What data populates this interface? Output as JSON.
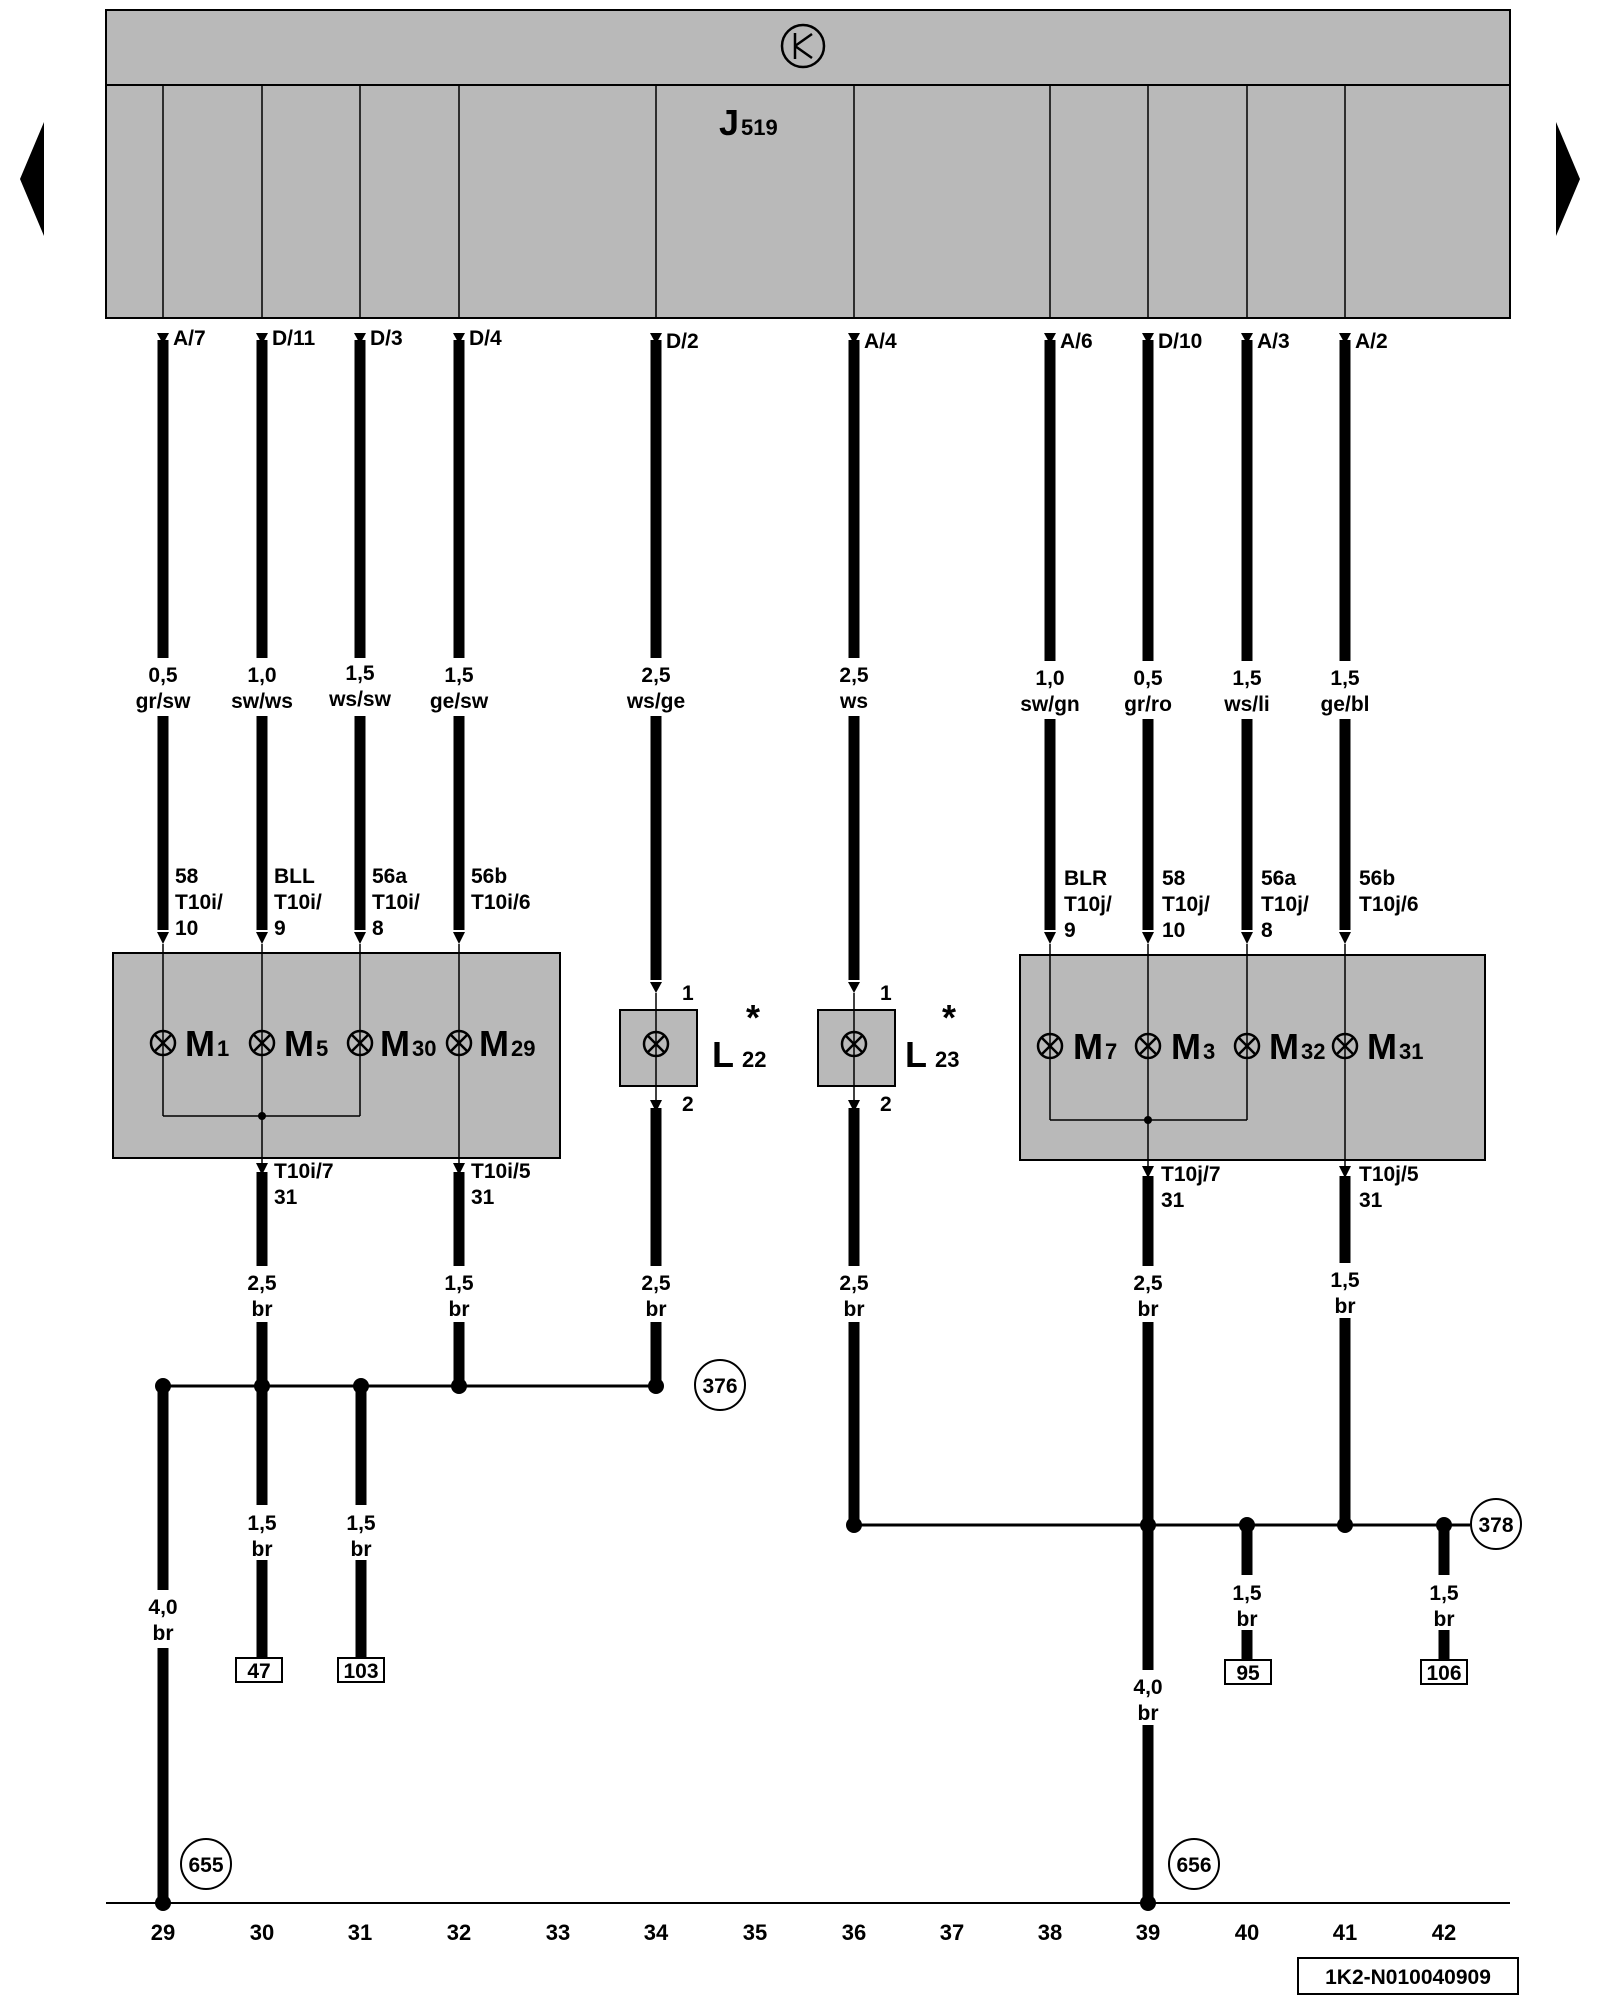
{
  "control_unit": {
    "name": "J",
    "sub": "519"
  },
  "nav": {
    "prev": "previous-page",
    "next": "next-page"
  },
  "top_pins": [
    "A/7",
    "D/11",
    "D/3",
    "D/4",
    "D/2",
    "A/4",
    "A/6",
    "D/10",
    "A/3",
    "A/2"
  ],
  "wires_upper": [
    {
      "size": "0,5",
      "color": "gr/sw"
    },
    {
      "size": "1,0",
      "color": "sw/ws"
    },
    {
      "size": "1,5",
      "color": "ws/sw"
    },
    {
      "size": "1,5",
      "color": "ge/sw"
    },
    {
      "size": "2,5",
      "color": "ws/ge"
    },
    {
      "size": "2,5",
      "color": "ws"
    },
    {
      "size": "1,0",
      "color": "sw/gn"
    },
    {
      "size": "0,5",
      "color": "gr/ro"
    },
    {
      "size": "1,5",
      "color": "ws/li"
    },
    {
      "size": "1,5",
      "color": "ge/bl"
    }
  ],
  "connector_labels": [
    [
      "58",
      "T10i/",
      "10"
    ],
    [
      "BLL",
      "T10i/",
      "9"
    ],
    [
      "56a",
      "T10i/",
      "8"
    ],
    [
      "56b",
      "T10i/6"
    ],
    [
      "BLR",
      "T10j/",
      "9"
    ],
    [
      "58",
      "T10j/",
      "10"
    ],
    [
      "56a",
      "T10j/",
      "8"
    ],
    [
      "56b",
      "T10j/6"
    ]
  ],
  "lamps_left": [
    {
      "main": "M",
      "sub": "1"
    },
    {
      "main": "M",
      "sub": "5"
    },
    {
      "main": "M",
      "sub": "30"
    },
    {
      "main": "M",
      "sub": "29"
    }
  ],
  "lamps_right": [
    {
      "main": "M",
      "sub": "7"
    },
    {
      "main": "M",
      "sub": "3"
    },
    {
      "main": "M",
      "sub": "32"
    },
    {
      "main": "M",
      "sub": "31"
    }
  ],
  "small_lamps": [
    {
      "main": "L",
      "sub": "22",
      "star": "*",
      "pin_in": "1",
      "pin_out": "2"
    },
    {
      "main": "L",
      "sub": "23",
      "star": "*",
      "pin_in": "1",
      "pin_out": "2"
    }
  ],
  "ground_labels": [
    [
      "T10i/7",
      "31"
    ],
    [
      "T10i/5",
      "31"
    ],
    [
      "T10j/7",
      "31"
    ],
    [
      "T10j/5",
      "31"
    ]
  ],
  "wires_lower": [
    {
      "size": "2,5",
      "color": "br"
    },
    {
      "size": "1,5",
      "color": "br"
    },
    {
      "size": "2,5",
      "color": "br"
    },
    {
      "size": "2,5",
      "color": "br"
    },
    {
      "size": "2,5",
      "color": "br"
    },
    {
      "size": "1,5",
      "color": "br"
    }
  ],
  "wires_bottom": [
    {
      "size": "1,5",
      "color": "br"
    },
    {
      "size": "1,5",
      "color": "br"
    },
    {
      "size": "1,5",
      "color": "br"
    },
    {
      "size": "1,5",
      "color": "br"
    },
    {
      "size": "4,0",
      "color": "br"
    },
    {
      "size": "4,0",
      "color": "br"
    }
  ],
  "refs_circle": [
    "376",
    "378",
    "655",
    "656"
  ],
  "refs_box": [
    "47",
    "103",
    "95",
    "106"
  ],
  "tracks": [
    "29",
    "30",
    "31",
    "32",
    "33",
    "34",
    "35",
    "36",
    "37",
    "38",
    "39",
    "40",
    "41",
    "42"
  ],
  "diagram_id": "1K2-N010040909"
}
